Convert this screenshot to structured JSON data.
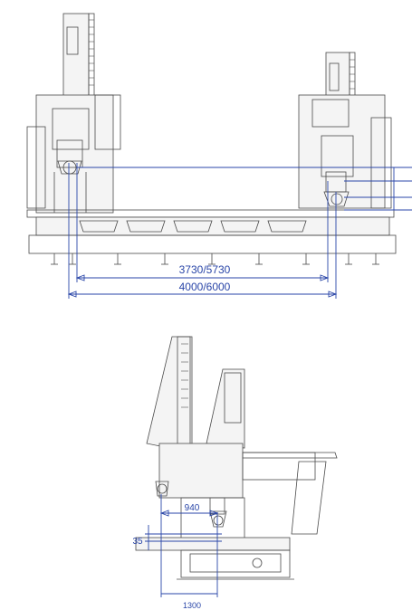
{
  "front_view": {
    "dim_span_1": "3730/5730",
    "dim_span_2": "4000/6000"
  },
  "side_view": {
    "dim_width_940": "940",
    "dim_height_35": "35",
    "dim_depth_1300": "1300"
  },
  "colors": {
    "dimension": "#2a46a8",
    "linework": "#4a4a4a"
  }
}
